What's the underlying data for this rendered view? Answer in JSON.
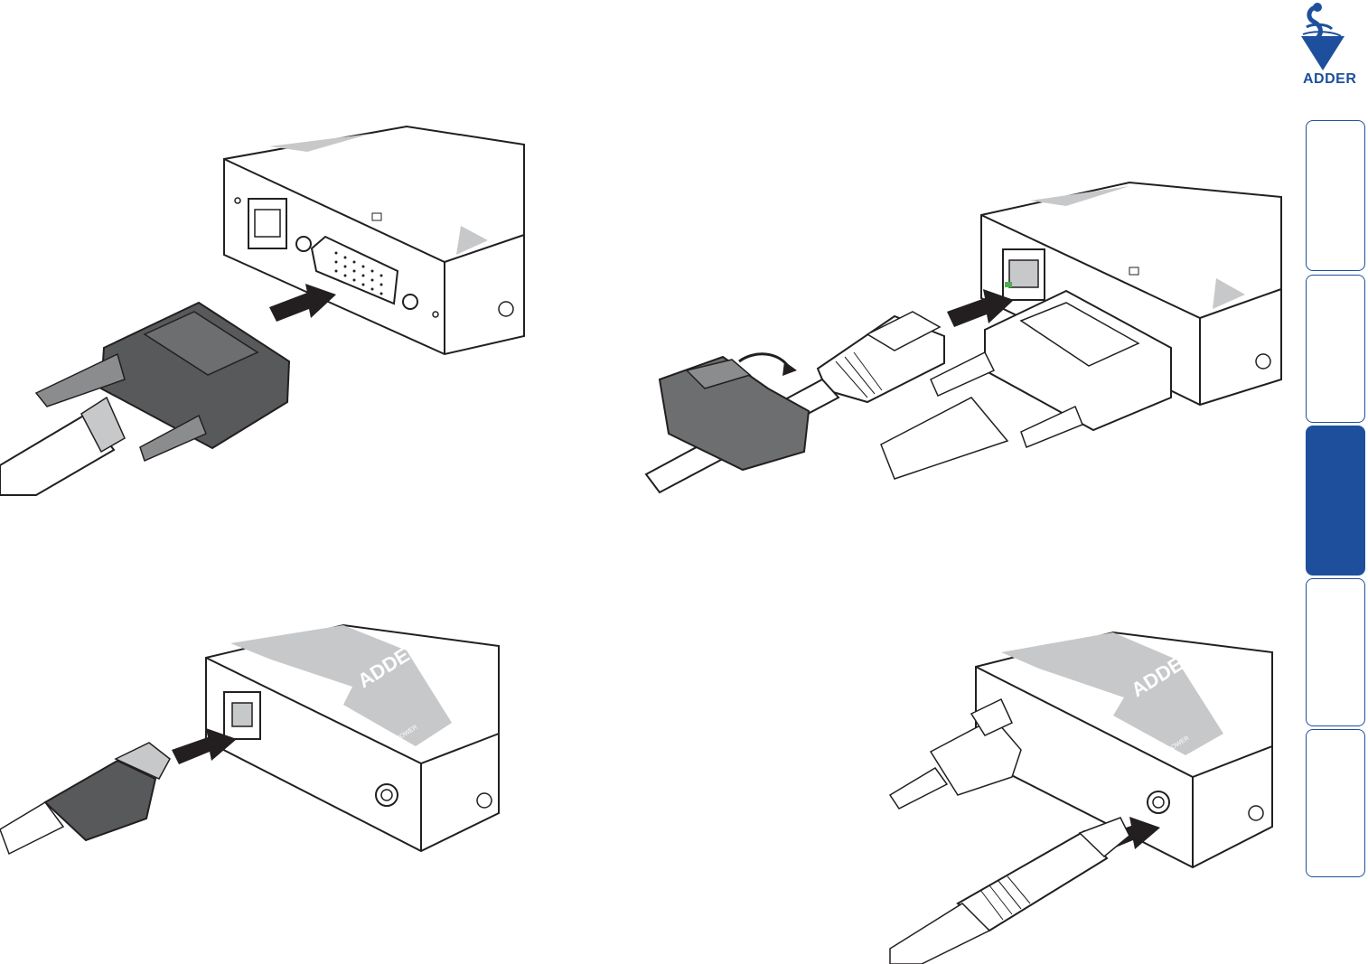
{
  "brand": {
    "logo_text": "ADDER",
    "accent": "#1e4f9c"
  },
  "side_tabs": [
    {
      "name": "tab-1",
      "active": false
    },
    {
      "name": "tab-2",
      "active": false
    },
    {
      "name": "tab-3",
      "active": true
    },
    {
      "name": "tab-4",
      "active": false
    },
    {
      "name": "tab-5",
      "active": false
    }
  ],
  "illustrations": {
    "usb_device_label": "ADDER",
    "power_label": "POWER",
    "colors": {
      "outline": "#231f20",
      "connector_dark": "#58595b",
      "connector_mid": "#8a8c8e",
      "panel_grey": "#c7c8ca",
      "led_green": "#4caf50",
      "arrow": "#231f20"
    }
  }
}
